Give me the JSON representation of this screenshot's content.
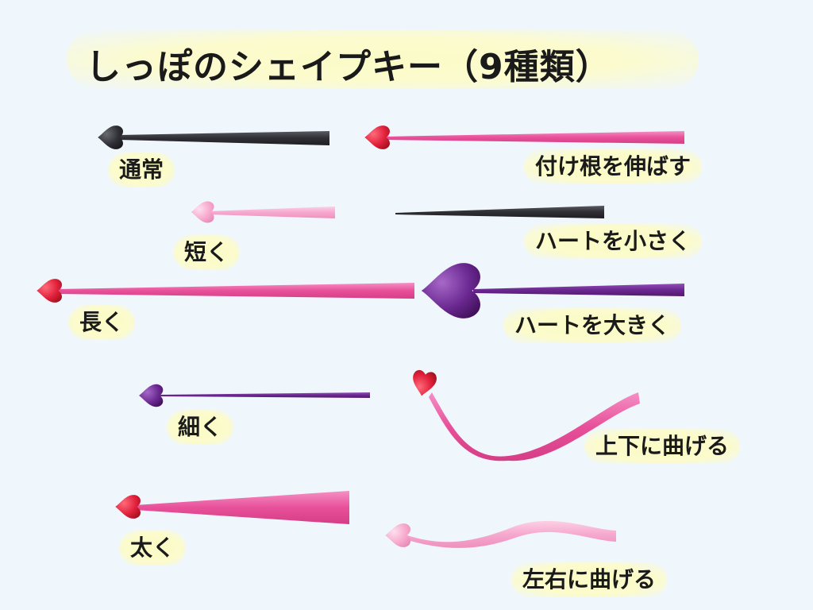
{
  "title": "しっぽのシェイプキー（9種類）",
  "shapes": {
    "normal": {
      "label": "通常",
      "color": "#3a3a40"
    },
    "short": {
      "label": "短く",
      "color": "#f6a8cf"
    },
    "long": {
      "label": "長く",
      "color": "#e8509a"
    },
    "thin": {
      "label": "細く",
      "color": "#6a2890"
    },
    "thick": {
      "label": "太く",
      "color": "#e8509a"
    },
    "extend_root": {
      "label": "付け根を伸ばす",
      "color": "#e8509a"
    },
    "heart_small": {
      "label": "ハートを小さく",
      "color": "#3a3a40"
    },
    "heart_large": {
      "label": "ハートを大きく",
      "color": "#6a2890"
    },
    "bend_vertical": {
      "label": "上下に曲げる",
      "color": "#e8509a"
    },
    "bend_horizontal": {
      "label": "左右に曲げる",
      "color": "#f6a8cf"
    }
  },
  "heart_colors": {
    "red": "#e0203a",
    "dark": "#2e2e34",
    "pink_light": "#f7a9cd",
    "purple": "#6a2890"
  }
}
